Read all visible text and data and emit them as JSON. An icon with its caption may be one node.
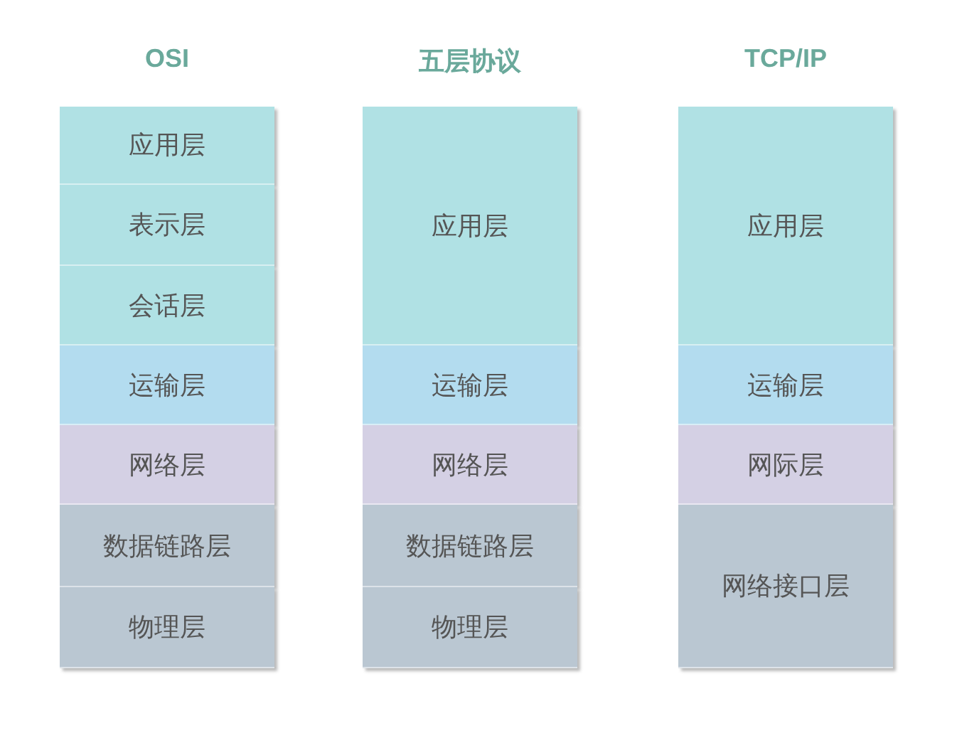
{
  "diagram": {
    "nodes": [
      {
        "text": [
          "应用层"
        ]
      },
      {
        "text": [
          "表示层"
        ]
      },
      {
        "text": [
          "会话层"
        ]
      },
      {
        "text": [
          "运输层"
        ]
      },
      {
        "text": [
          "网络层"
        ]
      },
      {
        "text": [
          "数据链路层"
        ]
      },
      {
        "text": [
          "物理层"
        ]
      },
      {
        "text": [
          "应用层"
        ]
      },
      {
        "text": [
          "运输层"
        ]
      },
      {
        "text": [
          "网络层"
        ]
      },
      {
        "text": [
          "数据链路层"
        ]
      },
      {
        "text": [
          "物理层"
        ]
      },
      {
        "text": [
          "应用层"
        ]
      },
      {
        "text": [
          "运输层"
        ]
      },
      {
        "text": [
          "网际层"
        ]
      },
      {
        "text": [
          "网络接口层"
        ]
      }
    ],
    "labels": [
      "OSI",
      "五层协议",
      "TCP/IP"
    ]
  }
}
